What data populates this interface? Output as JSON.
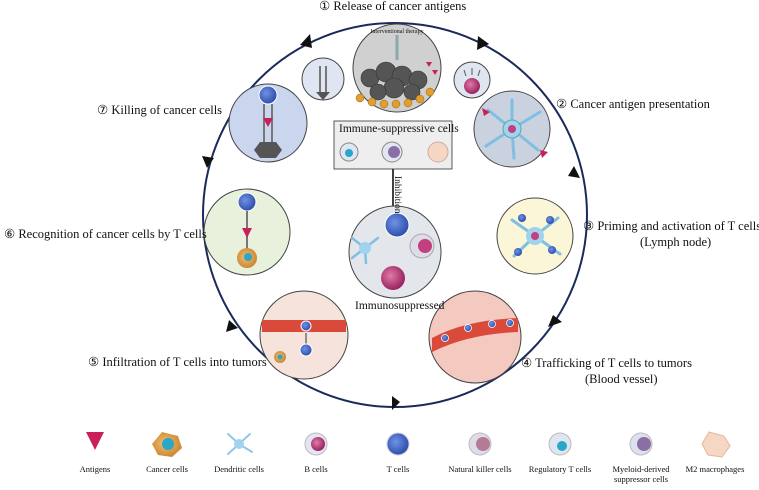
{
  "steps": {
    "s1": "① Release of cancer antigens",
    "s2": "② Cancer antigen presentation",
    "s3_a": "③ Priming and activation of T cells",
    "s3_b": "(Lymph node)",
    "s4_a": "④ Trafficking of T cells to tumors",
    "s4_b": "(Blood vessel)",
    "s5": "⑤ Infiltration of T cells into tumors",
    "s6": "⑥ Recognition of cancer cells by T cells",
    "s7": "⑦ Killing of cancer cells"
  },
  "center": {
    "box_title": "Immune-suppressive cells",
    "inhibition": "Inhibition",
    "immuno": "Immunosuppressed",
    "therapy": "Interventional therapy"
  },
  "legend": [
    {
      "label": "Antigens",
      "icon": "antigen-icon"
    },
    {
      "label": "Cancer cells",
      "icon": "cancer-cell-icon"
    },
    {
      "label": "Dendritic cells",
      "icon": "dendritic-cell-icon"
    },
    {
      "label": "B cells",
      "icon": "b-cell-icon"
    },
    {
      "label": "T cells",
      "icon": "t-cell-icon"
    },
    {
      "label": "Natural killer cells",
      "icon": "nk-cell-icon"
    },
    {
      "label": "Regulatory T cells",
      "icon": "treg-cell-icon"
    },
    {
      "label": "Myeloid-derived suppressor cells",
      "icon": "mdsc-icon"
    },
    {
      "label": "M2 macrophages",
      "icon": "m2-macrophage-icon"
    }
  ],
  "colors": {
    "ring": "#1b2a5a",
    "t_cell": "#4a6fd1",
    "b_cell": "#c2407e",
    "antigen": "#c8205a",
    "dendritic": "#8fc7e8",
    "cancer": "#d99a3a",
    "treg": "#2aa6c9"
  }
}
